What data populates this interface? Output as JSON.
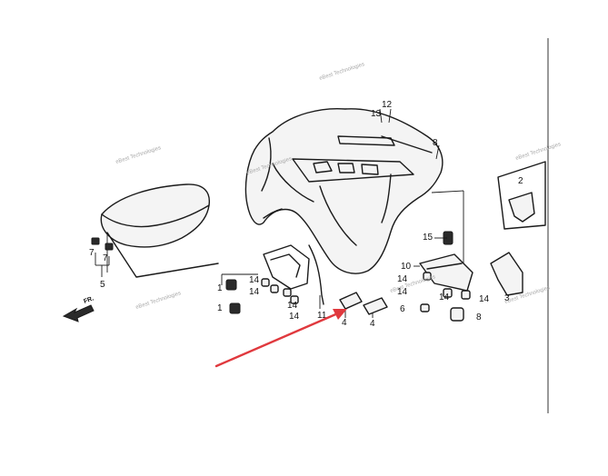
{
  "callouts": {
    "c1a": "1",
    "c1b": "1",
    "c2": "2",
    "c3": "3",
    "c4a": "4",
    "c4b": "4",
    "c5": "5",
    "c6": "6",
    "c7a": "7",
    "c7b": "7",
    "c8": "8",
    "c8b": "8",
    "c10": "10",
    "c11": "11",
    "c12": "12",
    "c13": "13",
    "c14a": "14",
    "c14b": "14",
    "c14c": "14",
    "c14d": "14",
    "c14e": "14",
    "c14f": "14",
    "c14g": "14",
    "c14h": "14",
    "c15": "15"
  },
  "direction_label": "FR.",
  "watermark": "eBest Technologies",
  "colors": {
    "arrow": "#e0393e",
    "line": "#1a1a1a",
    "watermark": "#a8a8a8"
  },
  "icons": {
    "front_direction": "fr-arrow-icon",
    "pointer": "red-arrow-icon"
  }
}
